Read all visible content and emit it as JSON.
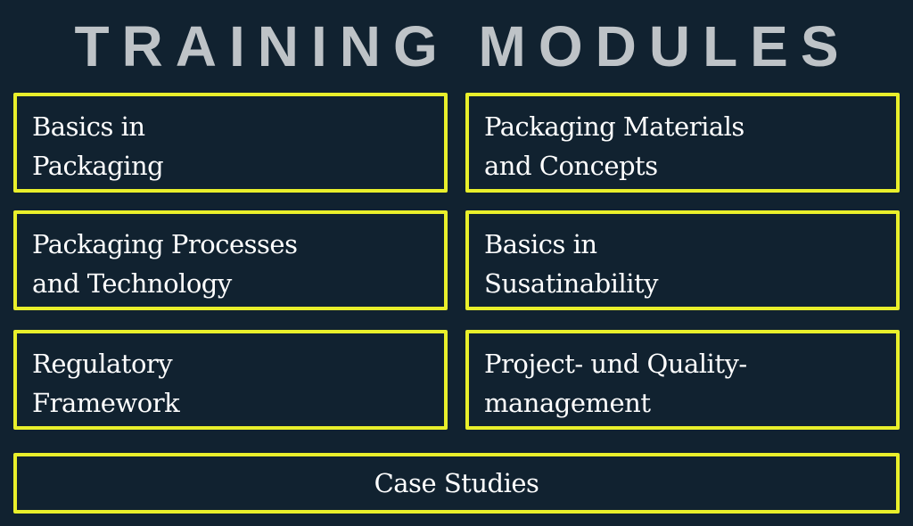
{
  "title": "TRAINING MODULES",
  "modules": [
    {
      "line1": "Basics in",
      "line2": "Packaging"
    },
    {
      "line1": "Packaging Materials",
      "line2": "and Concepts"
    },
    {
      "line1": "Packaging Processes",
      "line2": "and Technology"
    },
    {
      "line1": "Basics in",
      "line2": "Susatinability"
    },
    {
      "line1": "Regulatory",
      "line2": "Framework"
    },
    {
      "line1": "Project- und Quality-",
      "line2": "management"
    }
  ],
  "footer_module": "Case Studies",
  "colors": {
    "background": "#112230",
    "border": "#e9ef2b",
    "title": "#bec3c7",
    "text": "#ffffff"
  }
}
